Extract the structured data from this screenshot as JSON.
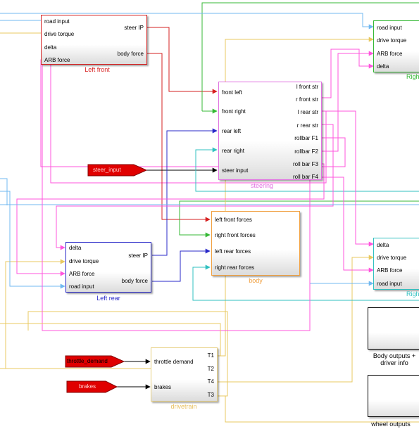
{
  "colors": {
    "left_front": "#d62020",
    "steering": "#e070e0",
    "right_front": "#34b834",
    "left_rear": "#2828c8",
    "body": "#f0a040",
    "right_rear": "#30c0c0",
    "drivetrain": "#e8d080",
    "light_blue": "#70b8f0",
    "pink": "#ff55dd",
    "yellow_wire": "#e8c860",
    "input_red": "#e00000"
  },
  "blocks": {
    "left_front": {
      "caption": "Left front",
      "inputs": [
        "road input",
        "drive torque",
        "delta",
        "ARB force"
      ],
      "outputs": [
        "steer IP",
        "body force"
      ]
    },
    "right_front": {
      "caption": "Righ",
      "inputs": [
        "road input",
        "drive torque",
        "ARB force",
        "delta"
      ]
    },
    "steering": {
      "caption": "steering",
      "inputs": [
        "front left",
        "front right",
        "rear left",
        "rear right",
        "steer input"
      ],
      "outputs": [
        "l front str",
        "r front str",
        "l rear str",
        "r rear str",
        "rollbar F1",
        "rollbar F2",
        "roll bar F3",
        "roll bar F4"
      ]
    },
    "body": {
      "caption": "body",
      "inputs": [
        "left front forces",
        "right front forces",
        "left rear forces",
        "right rear forces"
      ]
    },
    "left_rear": {
      "caption": "Left rear",
      "inputs": [
        "delta",
        "drive torque",
        "ARB force",
        "road input"
      ],
      "outputs": [
        "steer IP",
        "body force"
      ]
    },
    "right_rear": {
      "caption": "Righ",
      "inputs": [
        "delta",
        "drive torque",
        "ARB force",
        "road input"
      ]
    },
    "drivetrain": {
      "caption": "drivetrain",
      "inputs": [
        "throttle demand",
        "brakes"
      ],
      "outputs": [
        "T1",
        "T2",
        "T4",
        "T3"
      ]
    },
    "body_outputs": {
      "caption": "Body outputs +\ndriver info"
    },
    "wheel_outputs": {
      "caption": "wheel outputs"
    }
  },
  "sources": {
    "steer_input": "steer_input",
    "throttle_demand": "throttle_demand",
    "brakes": "brakes"
  }
}
